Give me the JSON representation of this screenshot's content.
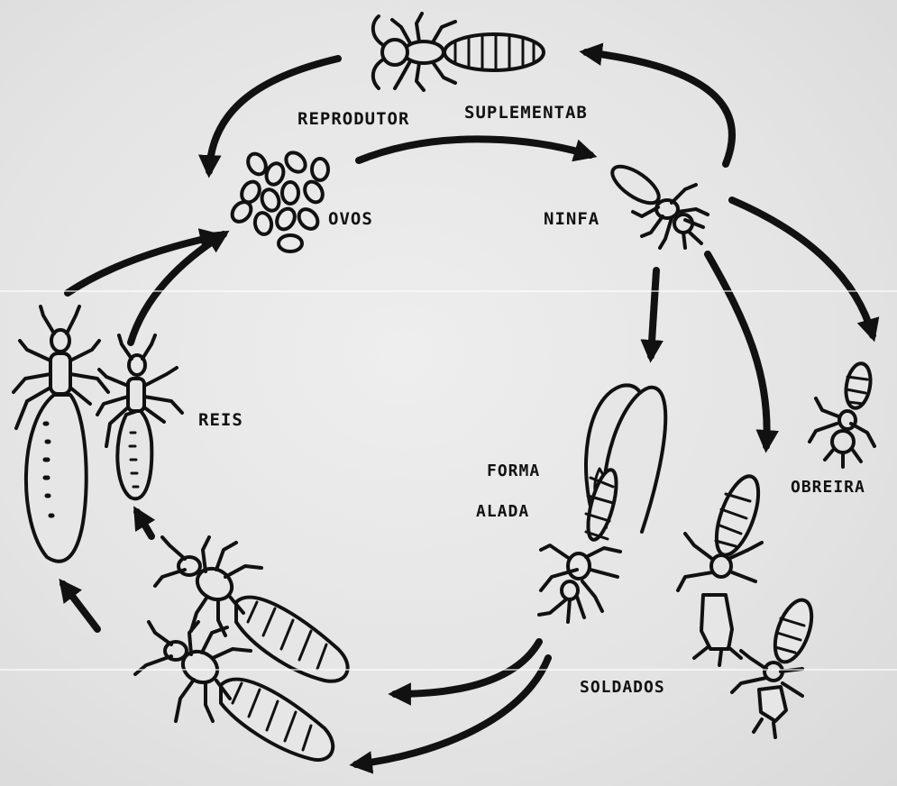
{
  "labels": {
    "reprodutor": "REPRODUTOR",
    "suplementar": "SUPLEMENTAB",
    "ovos": "OVOS",
    "ninfa": "NINFA",
    "reis": "REIS",
    "forma": "FORMA",
    "alada": "ALADA",
    "obreira": "OBREIRA",
    "soldados": "SOLDADOS"
  },
  "icons": [
    "termite-reproductor-icon",
    "eggs-icon",
    "nymph-icon",
    "winged-form-icon",
    "worker-icon",
    "soldier-icon",
    "queen-icon",
    "king-icon",
    "dealate-icon"
  ]
}
